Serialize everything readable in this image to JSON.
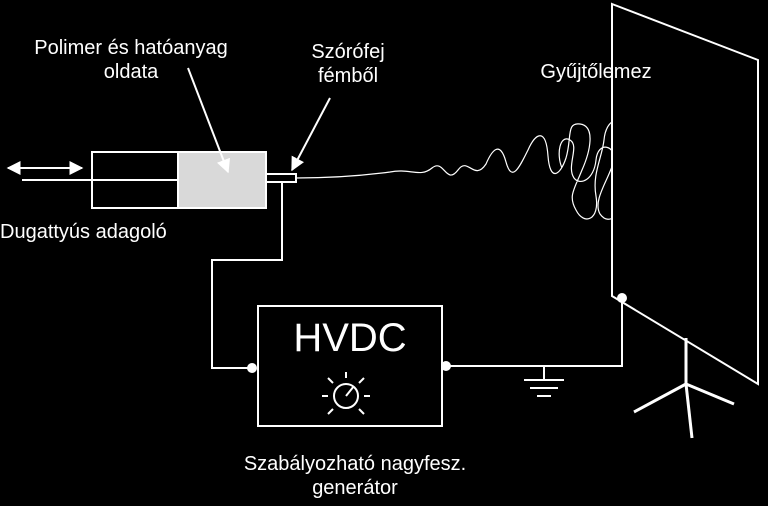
{
  "labels": {
    "solution": [
      "Polimer és hatóanyag",
      "oldata"
    ],
    "nozzle": [
      "Szórófej",
      "fémből"
    ],
    "collector": "Gyűjtőlemez",
    "pump": "Dugattyús adagoló",
    "generator": [
      "Szabályozható nagyfesz.",
      "generátor"
    ],
    "hvdc": "HVDC"
  },
  "colors": {
    "background": "#000000",
    "line": "#ffffff",
    "solution_fill": "#d9d9d9"
  }
}
